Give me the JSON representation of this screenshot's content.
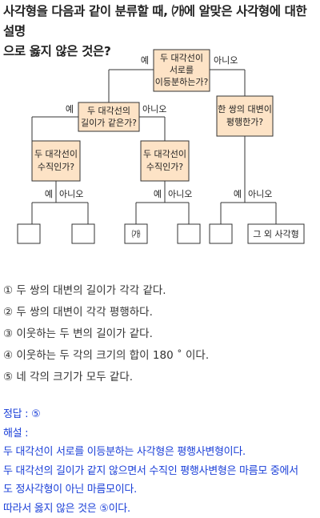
{
  "question": {
    "line1": "사각형을 다음과 같이 분류할 때, ㈎에 알맞은 사각형에 대한 설명",
    "line2": "으로 옳지 않은 것은?"
  },
  "diagram": {
    "root": [
      "두 대각선이",
      "서로를",
      "이등분하는가?"
    ],
    "root_yes": "예",
    "root_no": "아니오",
    "left": [
      "두 대각선의",
      "길이가 같은가?"
    ],
    "left_yes": "예",
    "left_no": "아니오",
    "right": [
      "한 쌍의 대변이",
      "평행한가?"
    ],
    "ll": [
      "두 대각선이",
      "수직인가?"
    ],
    "lr": [
      "두 대각선이",
      "수직인가?"
    ],
    "leaf_yes": "예",
    "leaf_no": "아니오",
    "leaf_ga": "㈎",
    "leaf_other": "그 외 사각형"
  },
  "options": [
    "① 두 쌍의 대변의 길이가 각각 같다.",
    "② 두 쌍의 대변이 각각 평행하다.",
    "③ 이웃하는 두 변의 길이가 같다.",
    "④ 이웃하는 두 각의 크기의 합이 180 ˚ 이다.",
    "⑤ 네 각의 크기가 모두 같다."
  ],
  "solution": {
    "answer": "정답 : ⑤",
    "heading": "해설 :",
    "lines": [
      "두 대각선이 서로를 이등분하는 사각형은 평행사변형이다.",
      "두 대각선의 길이가 같지 않으면서 수직인 평행사변형은 마름모 중에서",
      "도 정사각형이 아닌 마름모이다.",
      "따라서 옳지 않은 것은 ⑤이다."
    ]
  },
  "colors": {
    "box_fill": "#fde3c6",
    "solution_text": "#1a3fd8"
  }
}
